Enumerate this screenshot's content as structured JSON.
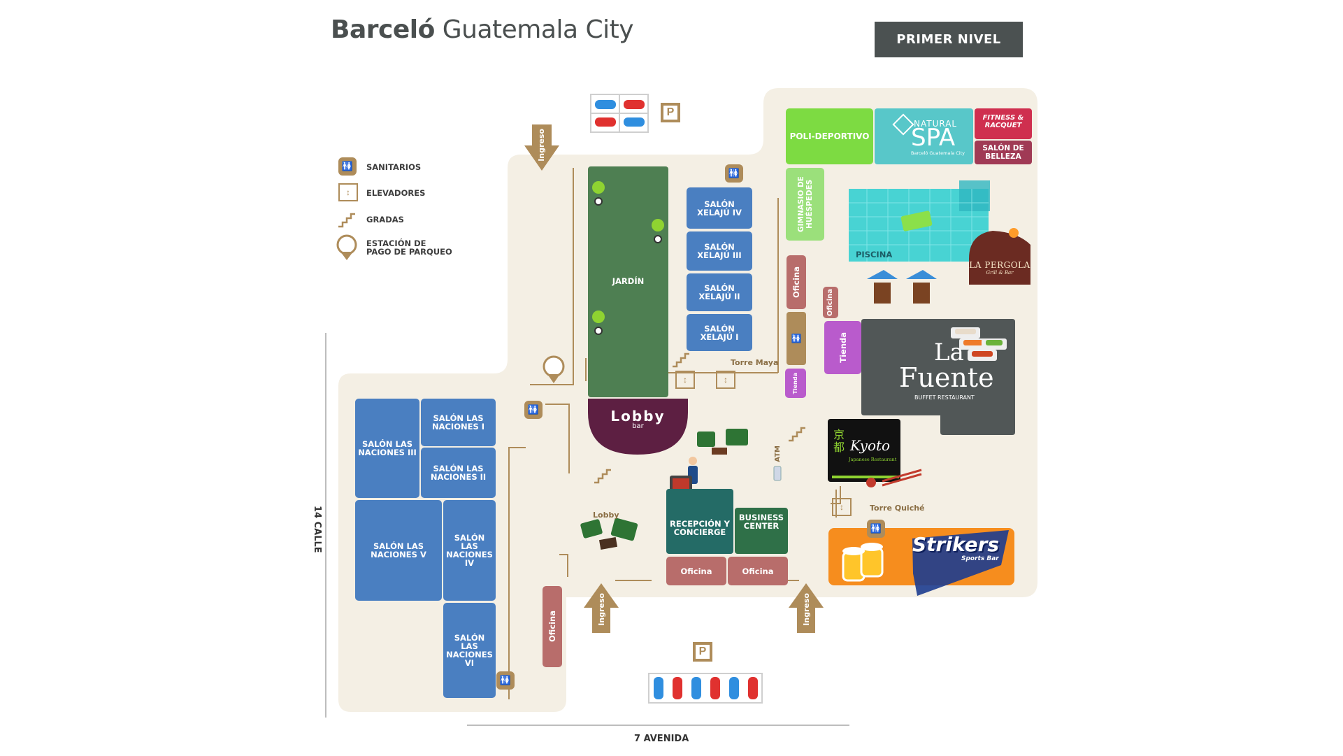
{
  "header": {
    "title_bold": "Barceló",
    "title_rest": " Guatemala City",
    "level_button": "PRIMER NIVEL"
  },
  "legend": {
    "sanitarios": "SANITARIOS",
    "elevadores": "ELEVADORES",
    "gradas": "GRADAS",
    "parqueo_1": "ESTACIÓN DE",
    "parqueo_2": "PAGO DE PARQUEO"
  },
  "icons": {
    "restroom": "restroom-icon",
    "elevator": "elevator-icon",
    "stairs": "stairs-icon",
    "parking_pay": "parking-pay-icon"
  },
  "streets": {
    "bottom": "7 AVENIDA",
    "left": "14 CALLE"
  },
  "entrances": {
    "label": "Ingreso"
  },
  "parking": {
    "label": "P"
  },
  "rooms": {
    "jardin": "JARDÍN",
    "xelaju_iv": "SALÓN XELAJÚ IV",
    "xelaju_iii": "SALÓN XELAJÚ III",
    "xelaju_ii": "SALÓN XELAJÚ II",
    "xelaju_i": "SALÓN XELAJÚ I",
    "naciones_i": "SALÓN LAS NACIONES I",
    "naciones_ii": "SALÓN LAS NACIONES II",
    "naciones_iii": "SALÓN LAS NACIONES III",
    "naciones_iv": "SALÓN LAS NACIONES IV",
    "naciones_v": "SALÓN LAS NACIONES V",
    "naciones_vi": "SALÓN LAS NACIONES VI",
    "lobby_bar_1": "Lobby",
    "lobby_bar_2": "bar",
    "lobby": "Lobby",
    "recepcion": "RECEPCIÓN Y CONCIERGE",
    "business": "BUSINESS CENTER",
    "oficina": "Oficina",
    "tienda": "Tienda",
    "poli": "POLI-DEPORTIVO",
    "spa_natural": "NATURAL",
    "spa": "SPA",
    "spa_sub": "Barceló Guatemala City",
    "fitness": "FITNESS & RACQUET",
    "belleza": "SALÓN DE BELLEZA",
    "gimnasio": "GIMNASIO DE HUÉSPEDES",
    "piscina": "PISCINA",
    "pergola": "LA PERGOLA",
    "pergola_sub": "Grill & Bar",
    "fuente_1": "La",
    "fuente_2": "Fuente",
    "fuente_sub": "BUFFET RESTAURANT",
    "kyoto": "Kyoto",
    "kyoto_kanji": "京都",
    "kyoto_sub": "Japanese Restaurant",
    "strikers": "Strikers",
    "strikers_sub": "Sports Bar",
    "atm": "ATM",
    "torre_maya": "Torre Maya",
    "torre_quiche": "Torre Quiché"
  },
  "colors": {
    "floor": "#f4efe4",
    "accent_gold": "#ae8c5a",
    "blue_room": "#4a7fc1",
    "office": "#b86d6b",
    "garden": "#4e7f52",
    "header_button": "#4b5151"
  }
}
